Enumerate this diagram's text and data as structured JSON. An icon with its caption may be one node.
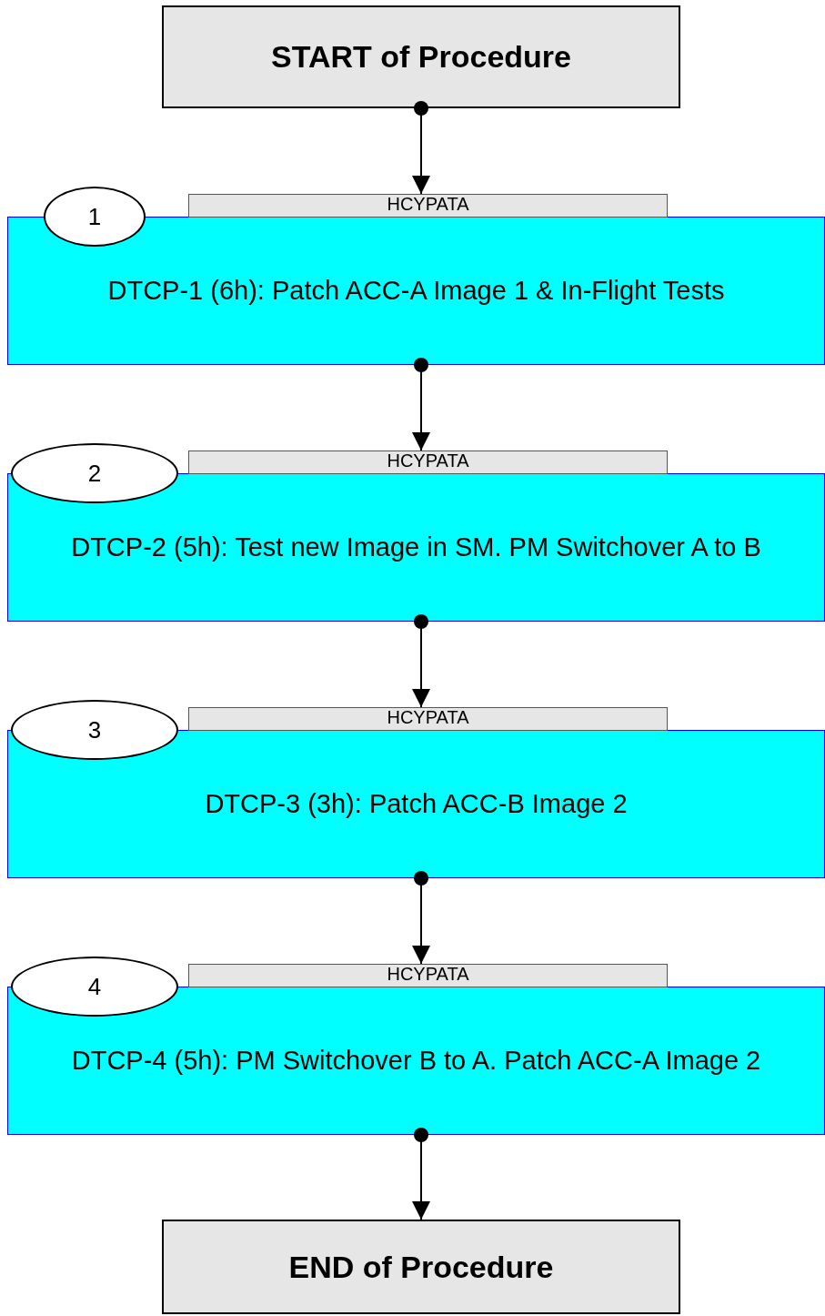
{
  "diagram": {
    "nodes": [
      {
        "text": [
          "START of Procedure"
        ]
      },
      {
        "text": [
          "1"
        ]
      },
      {
        "text": [
          "HCYPATA"
        ]
      },
      {
        "text": [
          "DTCP-1 (6h): Patch ACC-A Image 1 & In-Flight Tests"
        ]
      },
      {
        "text": [
          "2"
        ]
      },
      {
        "text": [
          "HCYPATA"
        ]
      },
      {
        "text": [
          "DTCP-2 (5h): Test new Image in SM. PM Switchover A to B"
        ]
      },
      {
        "text": [
          "3"
        ]
      },
      {
        "text": [
          "HCYPATA"
        ]
      },
      {
        "text": [
          "DTCP-3 (3h): Patch ACC-B Image 2"
        ]
      },
      {
        "text": [
          "4"
        ]
      },
      {
        "text": [
          "HCYPATA"
        ]
      },
      {
        "text": [
          "DTCP-4 (5h): PM Switchover B to A. Patch ACC-A Image 2"
        ]
      },
      {
        "text": [
          "END of Procedure"
        ]
      }
    ],
    "edges": [
      {
        "from": 0,
        "to": 2,
        "arrow": "to"
      },
      {
        "from": 3,
        "to": 5,
        "arrow": "to"
      },
      {
        "from": 6,
        "to": 8,
        "arrow": "to"
      },
      {
        "from": 9,
        "to": 11,
        "arrow": "to"
      },
      {
        "from": 12,
        "to": 13,
        "arrow": "to"
      }
    ]
  }
}
